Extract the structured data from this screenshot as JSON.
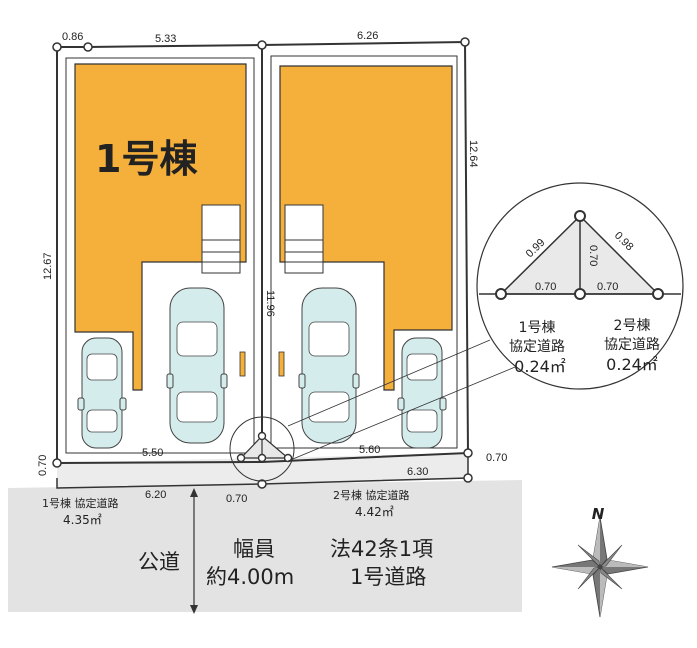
{
  "colors": {
    "house": "#f5b03c",
    "house_stroke": "#333333",
    "road": "#e3e3e3",
    "path_gray": "#ececec",
    "car_body": "#d5ecec",
    "car_stroke": "#444444",
    "line": "#333333",
    "inset_fill": "#e9e9e9"
  },
  "lot_labels": {
    "house1": "1号棟"
  },
  "dimensions": {
    "top_left_small": "0.86",
    "top_left": "5.33",
    "top_right": "6.26",
    "right_side": "12.64",
    "left_side": "12.67",
    "middle": "11.96",
    "bottom_left_lot": "5.50",
    "bottom_right_lot": "5.60",
    "bottom_right_small": "6.30",
    "left_offset": "0.70",
    "right_offset": "0.70",
    "road_frontage": "6.20",
    "center_offset": "0.70"
  },
  "path_labels": {
    "lot1_line1": "1号棟  協定道路",
    "lot1_line2": "4.35㎡",
    "lot2_line1": "2号棟  協定道路",
    "lot2_line2": "4.42㎡"
  },
  "road": {
    "name": "公道",
    "width_label": "幅員",
    "width_value": "約4.00m",
    "law_line1": "法42条1項",
    "law_line2": "1号道路"
  },
  "inset": {
    "left_diag": "0.99",
    "right_diag": "0.98",
    "vertical": "0.70",
    "base_left": "0.70",
    "base_right": "0.70",
    "lot1_line1": "1号棟",
    "lot1_line2": "協定道路",
    "lot1_area": "0.24㎡",
    "lot2_line1": "2号棟",
    "lot2_line2": "協定道路",
    "lot2_area": "0.24㎡"
  },
  "compass": {
    "north": "N",
    "icon": "compass-rose-icon"
  }
}
